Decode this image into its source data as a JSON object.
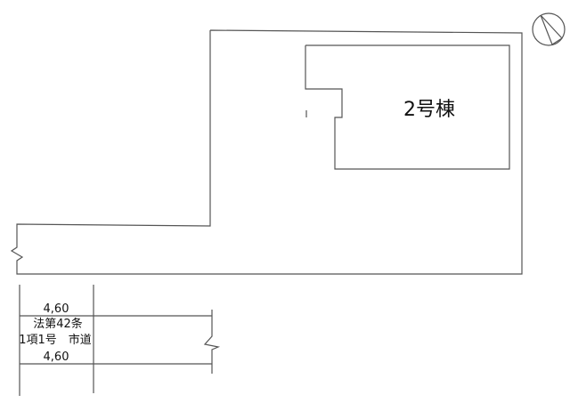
{
  "building": {
    "label": "2号棟"
  },
  "road": {
    "width_top": "4,60",
    "law_line1": "法第42条",
    "law_line2": "1項1号　市道",
    "width_bottom": "4,60"
  },
  "north_arrow": {
    "icon": "north-arrow-icon"
  }
}
